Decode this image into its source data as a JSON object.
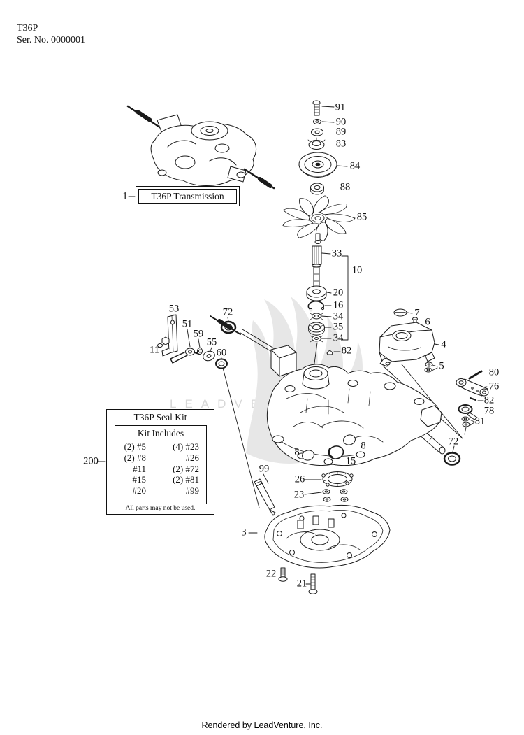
{
  "header": {
    "model": "T36P",
    "serial": "Ser. No. 0000001"
  },
  "assembly_box": {
    "callout": "1",
    "label": "T36P Transmission"
  },
  "seal_kit_box": {
    "callout": "200",
    "title": "T36P Seal Kit",
    "table_header": "Kit Includes",
    "rows": [
      {
        "left": "(2) #5",
        "right": "(4) #23"
      },
      {
        "left": "(2) #8",
        "right": "#26"
      },
      {
        "left": "#11",
        "right": "(2) #72"
      },
      {
        "left": "#15",
        "right": "(2) #81"
      },
      {
        "left": "#20",
        "right": "#99"
      }
    ],
    "note": "All parts may not be used."
  },
  "callouts": [
    "91",
    "90",
    "89",
    "83",
    "84",
    "88",
    "85",
    "33",
    "10",
    "20",
    "16",
    "34",
    "35",
    "34",
    "82",
    "7",
    "6",
    "4",
    "5",
    "80",
    "76",
    "82",
    "78",
    "81",
    "72",
    "53",
    "51",
    "59",
    "55",
    "60",
    "11",
    "72",
    "8",
    "8",
    "15",
    "99",
    "26",
    "23",
    "3",
    "22",
    "21"
  ],
  "watermark": {
    "text": "LEADVENTURE"
  },
  "footer": {
    "credit": "Rendered by LeadVenture, Inc."
  },
  "colors": {
    "line": "#1a1a1a",
    "watermark": "#e7e7e7",
    "background": "#ffffff"
  }
}
